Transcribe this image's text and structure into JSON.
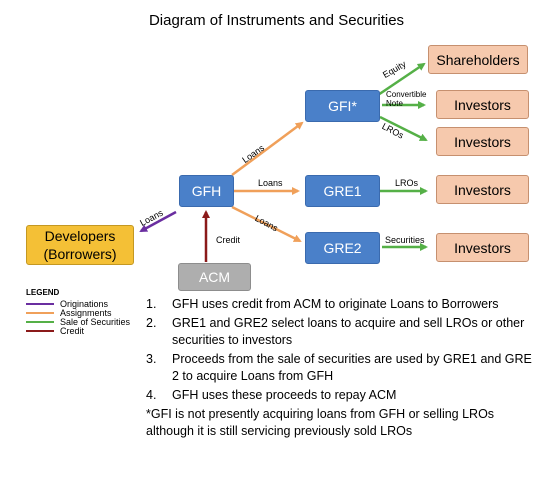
{
  "title": "Diagram of Instruments and Securities",
  "colors": {
    "originations": "#6a2ea0",
    "assignments": "#f0a05a",
    "sale_of_securities": "#55b047",
    "credit": "#8b1a1a"
  },
  "nodes": {
    "shareholders": "Shareholders",
    "gfi": "GFI*",
    "investors_top": "Investors",
    "investors_mid": "Investors",
    "gfh": "GFH",
    "gre1": "GRE1",
    "investors_gre1": "Investors",
    "gre2": "GRE2",
    "investors_gre2": "Investors",
    "acm": "ACM",
    "developers_line1": "Developers",
    "developers_line2": "(Borrowers)"
  },
  "edge_labels": {
    "equity": "Equity",
    "convertible_line1": "Convertible",
    "convertible_line2": "Note",
    "lros_gfi": "LROs",
    "loans_gfi": "Loans",
    "loans_gre1": "Loans",
    "lros_gre1": "LROs",
    "loans_gre2": "Loans",
    "securities": "Securities",
    "loans_dev": "Loans",
    "credit": "Credit"
  },
  "legend": {
    "title": "LEGEND",
    "items": [
      "Originations",
      "Assignments",
      "Sale of Securities",
      "Credit"
    ]
  },
  "notes": {
    "items": [
      {
        "num": "1.",
        "text": "GFH uses credit from ACM to originate Loans to Borrowers"
      },
      {
        "num": "2.",
        "text": "GRE1 and GRE2 select loans to acquire and sell LROs or other securities to investors"
      },
      {
        "num": "3.",
        "text": "Proceeds from the sale of securities are used by GRE1 and GRE 2 to acquire Loans from GFH"
      },
      {
        "num": "4.",
        "text": "GFH uses these proceeds to repay ACM"
      }
    ],
    "footnote": "*GFI is not presently acquiring loans from GFH or selling LROs although it is still servicing previously sold LROs"
  }
}
